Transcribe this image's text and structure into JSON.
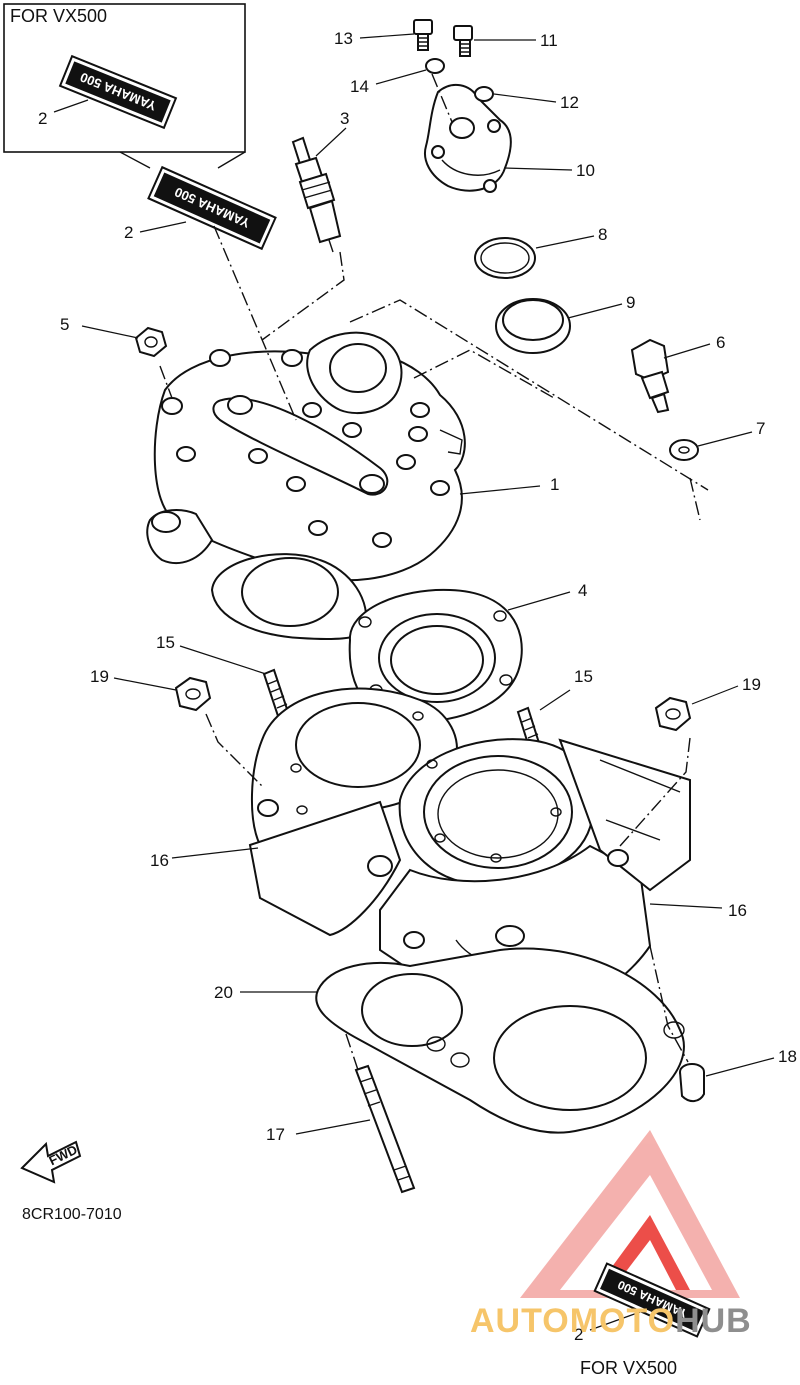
{
  "inset": {
    "title": "FOR VX500"
  },
  "footer": {
    "title": "FOR VX500"
  },
  "diagram_code": "8CR100-7010",
  "fwd_label": "FWD",
  "decal_text": "YAMAHA 500",
  "watermark": {
    "part1": "AUTOMOTO",
    "part2": "HUB"
  },
  "callouts": [
    {
      "id": "c13",
      "text": "13"
    },
    {
      "id": "c11",
      "text": "11"
    },
    {
      "id": "c14",
      "text": "14"
    },
    {
      "id": "c12",
      "text": "12"
    },
    {
      "id": "c3",
      "text": "3"
    },
    {
      "id": "c10",
      "text": "10"
    },
    {
      "id": "c2a",
      "text": "2"
    },
    {
      "id": "c2b",
      "text": "2"
    },
    {
      "id": "c8",
      "text": "8"
    },
    {
      "id": "c9",
      "text": "9"
    },
    {
      "id": "c5",
      "text": "5"
    },
    {
      "id": "c6",
      "text": "6"
    },
    {
      "id": "c7",
      "text": "7"
    },
    {
      "id": "c1",
      "text": "1"
    },
    {
      "id": "c4",
      "text": "4"
    },
    {
      "id": "c15a",
      "text": "15"
    },
    {
      "id": "c15b",
      "text": "15"
    },
    {
      "id": "c19a",
      "text": "19"
    },
    {
      "id": "c19b",
      "text": "19"
    },
    {
      "id": "c16a",
      "text": "16"
    },
    {
      "id": "c16b",
      "text": "16"
    },
    {
      "id": "c20",
      "text": "20"
    },
    {
      "id": "c18",
      "text": "18"
    },
    {
      "id": "c17",
      "text": "17"
    },
    {
      "id": "c2c",
      "text": "2"
    }
  ],
  "colors": {
    "line": "#111111",
    "logo_red": "#e9302a",
    "logo_pink": "#f3a4a0"
  }
}
